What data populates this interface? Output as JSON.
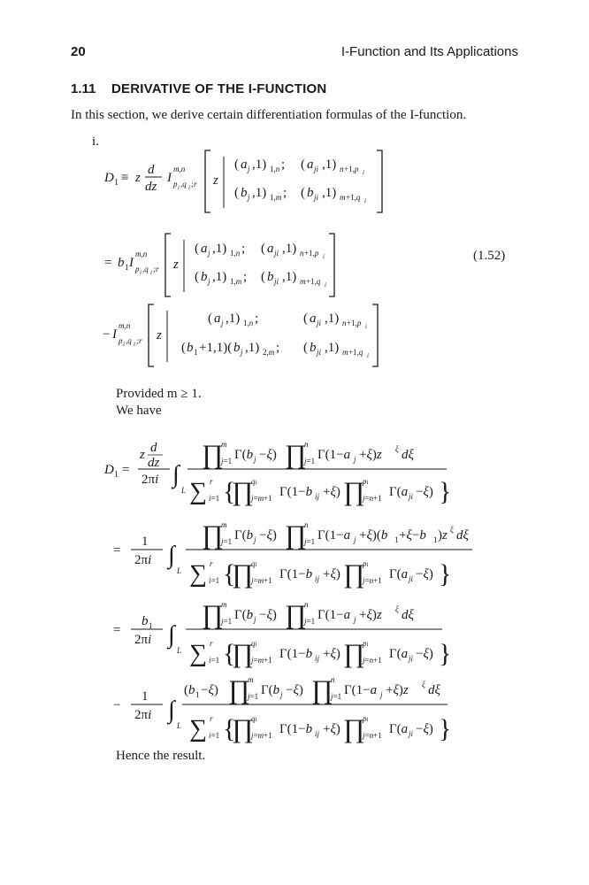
{
  "header": {
    "page_number": "20",
    "running_title": "I-Function and Its Applications"
  },
  "section": {
    "number": "1.11",
    "title": "DERIVATIVE OF THE I-FUNCTION"
  },
  "intro_text": "In this section, we derive certain differentiation formulas of the I-function.",
  "item_label": "i.",
  "equation_number": "(1.52)",
  "provided_text": "Provided m ≥ 1.",
  "we_have_text": "We have",
  "conclusion_text": "Hence the result."
}
